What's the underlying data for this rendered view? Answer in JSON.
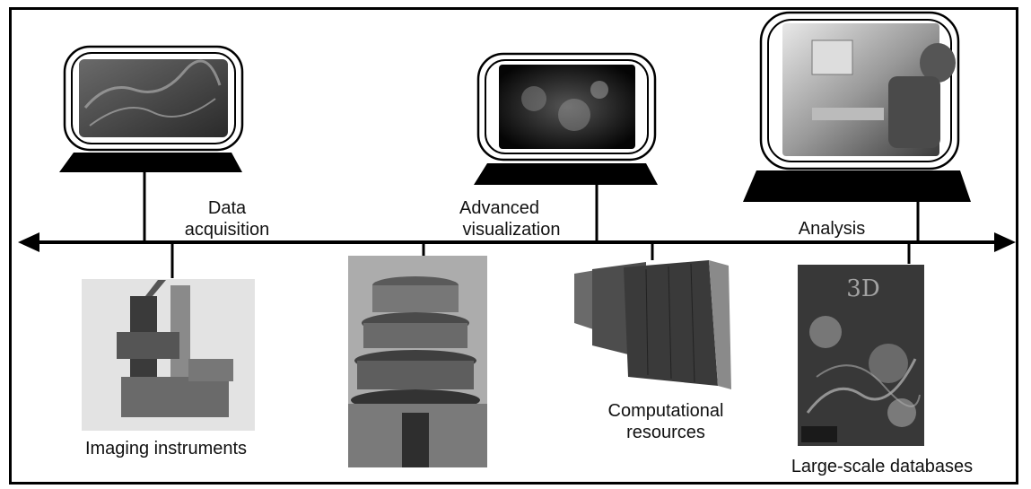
{
  "labels": {
    "data_acquisition_1": "Data",
    "data_acquisition_2": "acquisition",
    "advanced_visualization_1": "Advanced",
    "advanced_visualization_2": "visualization",
    "analysis": "Analysis",
    "imaging_instruments": "Imaging instruments",
    "computational_1": "Computational",
    "computational_2": "resources",
    "large_scale_databases": "Large-scale databases"
  },
  "colors": {
    "line": "#000000",
    "background": "#ffffff"
  },
  "icons": [
    "monitor-icon",
    "arrow-left-icon",
    "arrow-right-icon"
  ]
}
